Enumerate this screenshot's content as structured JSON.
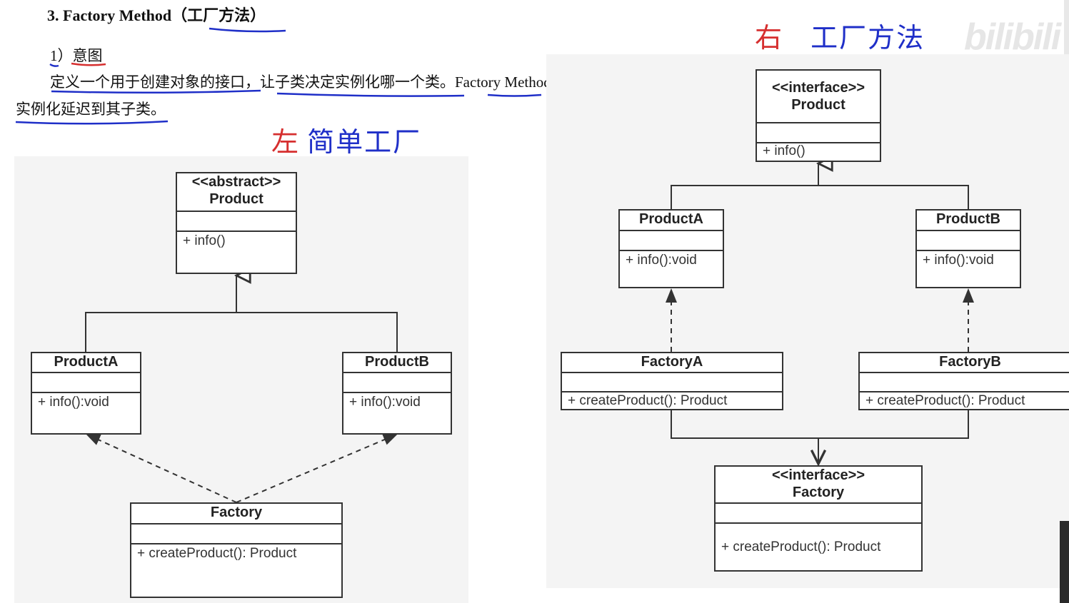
{
  "title": {
    "number": "3.",
    "text_en": "Factory Method",
    "text_zh": "（工厂方法）"
  },
  "intent": {
    "label": "1）意图",
    "line1": "定义一个用于创建对象的接口，让子类决定实例化哪一个类。Factory Method 使一个类的",
    "line2": "实例化延迟到其子类。"
  },
  "annotations": {
    "left_red": "左",
    "left_blue": "简单工厂",
    "right_red": "右",
    "right_blue": "工厂方法"
  },
  "watermark": "bilibili",
  "colors": {
    "underline_blue": "#1f2fc8",
    "underline_red": "#d62f2f",
    "panel_bg": "#f4f4f4",
    "border": "#333333"
  },
  "left_diagram": {
    "product": {
      "stereotype": "<<abstract>>",
      "name": "Product",
      "op": "+ info()"
    },
    "product_a": {
      "name": "ProductA",
      "op": "+ info():void"
    },
    "product_b": {
      "name": "ProductB",
      "op": "+ info():void"
    },
    "factory": {
      "name": "Factory",
      "op": "+ createProduct():  Product"
    }
  },
  "right_diagram": {
    "product": {
      "stereotype": "<<interface>>",
      "name": "Product",
      "op": "+ info()"
    },
    "product_a": {
      "name": "ProductA",
      "op": "+ info():void"
    },
    "product_b": {
      "name": "ProductB",
      "op": "+ info():void"
    },
    "factory_a": {
      "name": "FactoryA",
      "op": "+ createProduct():  Product"
    },
    "factory_b": {
      "name": "FactoryB",
      "op": "+ createProduct():  Product"
    },
    "factory": {
      "stereotype": "<<interface>>",
      "name": "Factory",
      "op": "+ createProduct():  Product"
    }
  }
}
